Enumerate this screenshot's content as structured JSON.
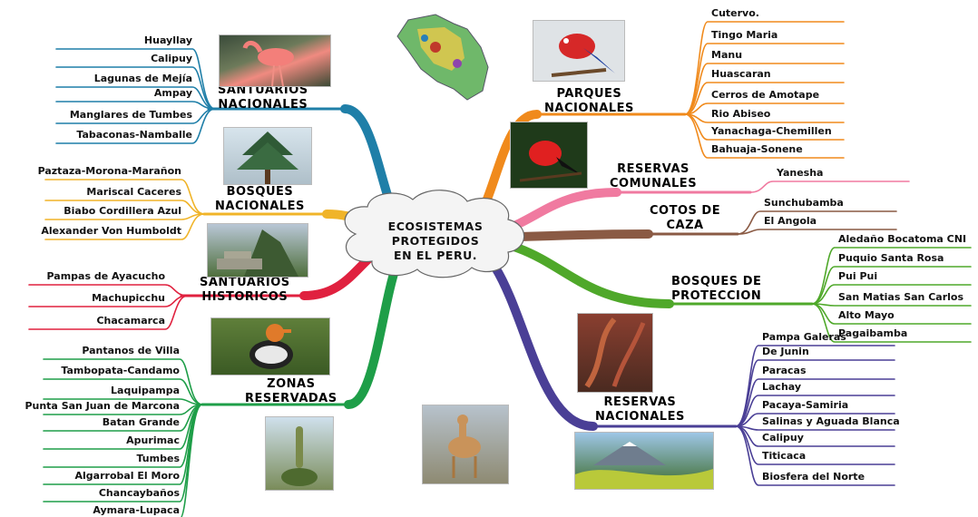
{
  "center": {
    "lines": [
      "ECOSISTEMAS",
      "PROTEGIDOS",
      "EN EL PERU."
    ]
  },
  "branches": {
    "santuarios_nacionales": {
      "title": [
        "SANTUARIOS",
        "NACIONALES"
      ],
      "color": "#1f7fa8",
      "items": [
        "Huayllay",
        "Calipuy",
        "Lagunas de Mejía",
        "Ampay",
        "Manglares de Tumbes",
        "Tabaconas-Namballe"
      ]
    },
    "bosques_nacionales": {
      "title": [
        "BOSQUES",
        "NACIONALES"
      ],
      "color": "#f0b429",
      "items": [
        "Paztaza-Morona-Marañon",
        "Mariscal Caceres",
        "Biabo Cordillera Azul",
        "Alexander Von Humboldt"
      ]
    },
    "santuarios_historicos": {
      "title": [
        "SANTUARIOS",
        "HISTORICOS"
      ],
      "color": "#e0213f",
      "items": [
        "Pampas de Ayacucho",
        "Machupicchu",
        "Chacamarca"
      ]
    },
    "zonas_reservadas": {
      "title": [
        "ZONAS",
        "RESERVADAS"
      ],
      "color": "#1e9e48",
      "items": [
        "Pantanos de Villa",
        "Tambopata-Candamo",
        "Laquipampa",
        "Punta San Juan de Marcona",
        "Batan Grande",
        "Apurimac",
        "Tumbes",
        "Algarrobal El Moro",
        "Chancaybaños",
        "Aymara-Lupaca"
      ]
    },
    "parques_nacionales": {
      "title": [
        "PARQUES",
        "NACIONALES"
      ],
      "color": "#f08a1c",
      "items": [
        "Cutervo.",
        "Tingo Maria",
        "Manu",
        "Huascaran",
        "Cerros de Amotape",
        "Rio Abiseo",
        "Yanachaga-Chemillen",
        "Bahuaja-Sonene"
      ]
    },
    "reservas_comunales": {
      "title": [
        "RESERVAS",
        "COMUNALES"
      ],
      "color": "#f07aa0",
      "items": [
        "Yanesha"
      ]
    },
    "cotos_de_caza": {
      "title": [
        "COTOS DE",
        "CAZA"
      ],
      "color": "#8a5a44",
      "items": [
        "Sunchubamba",
        "El Angola"
      ]
    },
    "bosques_de_proteccion": {
      "title": [
        "BOSQUES DE",
        "PROTECCION"
      ],
      "color": "#4fa82a",
      "items": [
        "Aledaño Bocatoma CNI",
        "Puquio Santa Rosa",
        "Pui Pui",
        "San Matias San Carlos",
        "Alto Mayo",
        "Pagaibamba"
      ]
    },
    "reservas_nacionales": {
      "title": [
        "RESERVAS",
        "NACIONALES"
      ],
      "color": "#4a3f96",
      "items": [
        "Pampa Galeras",
        "De Junin",
        "Paracas",
        "Lachay",
        "Pacaya-Samiria",
        "Salinas y Aguada Blanca",
        "Calipuy",
        "Titicaca",
        "Biosfera del Norte"
      ]
    }
  }
}
